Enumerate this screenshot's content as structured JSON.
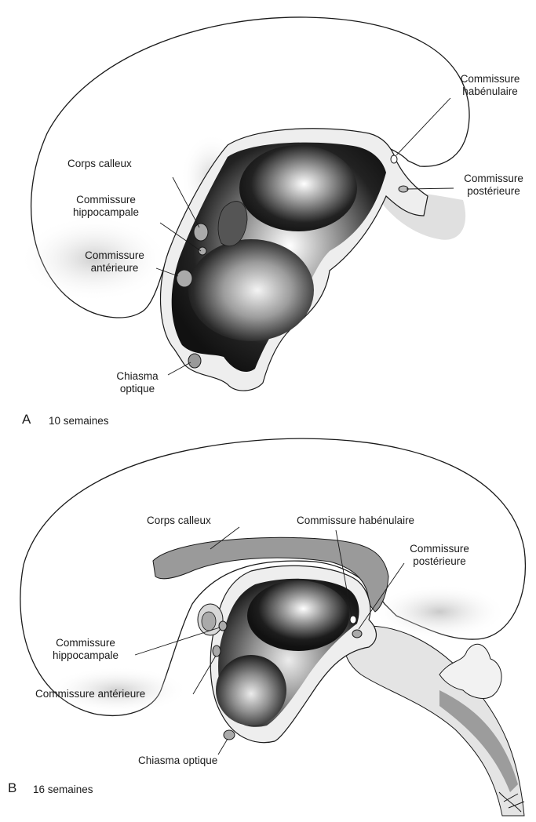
{
  "panel_a": {
    "letter": "A",
    "caption": "10 semaines",
    "labels": {
      "commissure_habenulaire_1": "Commissure",
      "commissure_habenulaire_2": "habénulaire",
      "commissure_posterieure_1": "Commissure",
      "commissure_posterieure_2": "postérieure",
      "corps_calleux": "Corps calleux",
      "commissure_hippocampale_1": "Commissure",
      "commissure_hippocampale_2": "hippocampale",
      "commissure_anterieure_1": "Commissure",
      "commissure_anterieure_2": "antérieure",
      "chiasma_optique_1": "Chiasma",
      "chiasma_optique_2": "optique"
    }
  },
  "panel_b": {
    "letter": "B",
    "caption": "16 semaines",
    "labels": {
      "corps_calleux": "Corps calleux",
      "commissure_habenulaire": "Commissure habénulaire",
      "commissure_posterieure_1": "Commissure",
      "commissure_posterieure_2": "postérieure",
      "commissure_hippocampale_1": "Commissure",
      "commissure_hippocampale_2": "hippocampale",
      "commissure_anterieure": "Commissure antérieure",
      "chiasma_optique": "Chiasma optique"
    }
  },
  "colors": {
    "outline": "#1a1a1a",
    "dark_shading": "#1c1c1c",
    "mid_shading": "#8a8a8a",
    "light_fill": "#e6e6e6",
    "corpus_callosum_fill": "#9a9a9a"
  }
}
